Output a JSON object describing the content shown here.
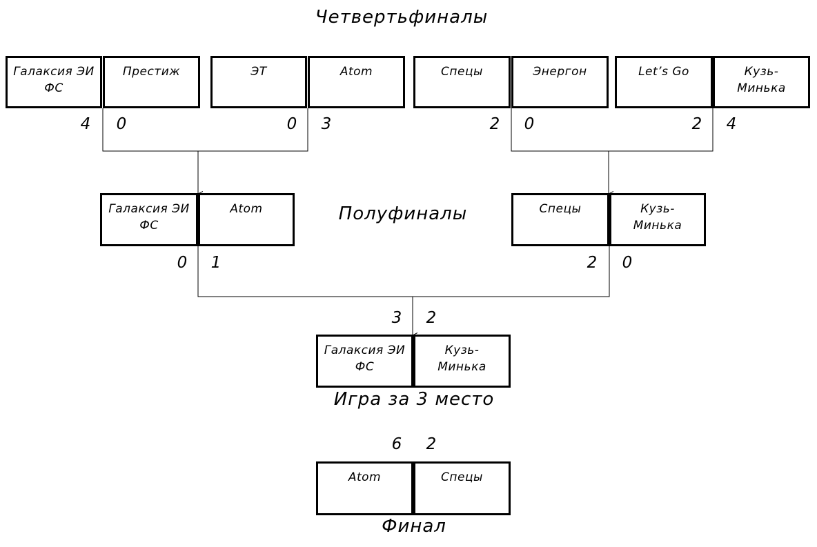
{
  "headings": {
    "quarterfinals": "Четвертьфиналы",
    "semifinals": "Полуфиналы",
    "third_place": "Игра за 3 место",
    "final": "Финал"
  },
  "quarterfinals": [
    {
      "team1": {
        "name": "Галаксия ЭИ\nФС",
        "score": "4"
      },
      "team2": {
        "name": "Престиж",
        "score": "0"
      }
    },
    {
      "team1": {
        "name": "ЭТ",
        "score": "0"
      },
      "team2": {
        "name": "Atom",
        "score": "3"
      }
    },
    {
      "team1": {
        "name": "Спецы",
        "score": "2"
      },
      "team2": {
        "name": "Энергон",
        "score": "0"
      }
    },
    {
      "team1": {
        "name": "Let’s Go",
        "score": "2"
      },
      "team2": {
        "name": "Кузь-\nМинька",
        "score": "4"
      }
    }
  ],
  "semifinals": [
    {
      "team1": {
        "name": "Галаксия ЭИ\nФС",
        "score": "0"
      },
      "team2": {
        "name": "Atom",
        "score": "1"
      }
    },
    {
      "team1": {
        "name": "Спецы",
        "score": "2"
      },
      "team2": {
        "name": "Кузь-\nМинька",
        "score": "0"
      }
    }
  ],
  "third_place": {
    "team1": {
      "name": "Галаксия ЭИ\nФС",
      "score": "3"
    },
    "team2": {
      "name": "Кузь-\nМинька",
      "score": "2"
    }
  },
  "final": {
    "team1": {
      "name": "Atom",
      "score": "6"
    },
    "team2": {
      "name": "Спецы",
      "score": "2"
    }
  }
}
